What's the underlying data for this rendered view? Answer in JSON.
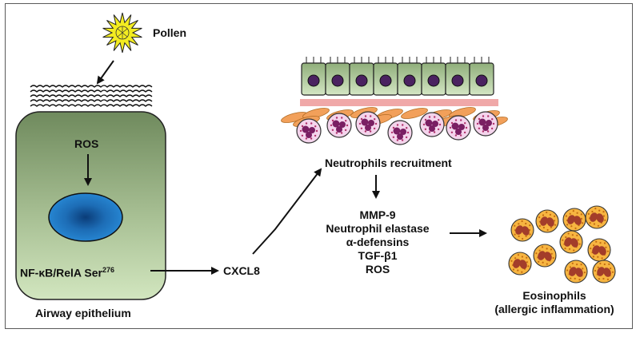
{
  "pollen_label": "Pollen",
  "ros_label": "ROS",
  "nfkb_label": "NF-κB/RelA Ser",
  "nfkb_sup": "276",
  "airway_label": "Airway epithelium",
  "cxcl8_label": "CXCL8",
  "neutrophils_label": "Neutrophils recruitment",
  "mediators": [
    "MMP-9",
    "Neutrophil elastase",
    "α-defensins",
    "TGF-β1",
    "ROS"
  ],
  "eosinophils_label": "Eosinophils",
  "eosinophils_sub": "(allergic inflammation)"
}
